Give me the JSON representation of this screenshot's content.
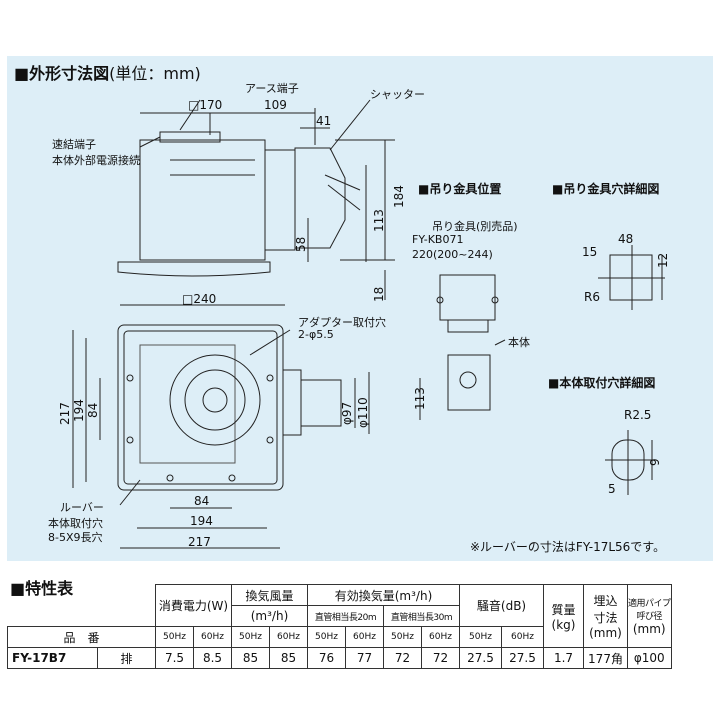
{
  "section_outline": "■外形寸法図",
  "section_outline_unit": "(単位：mm)",
  "labels": {
    "earth_terminal": "アース端子",
    "shutter": "シャッター",
    "quick_terminal": "速結端子",
    "external_power": "本体外部電源接続",
    "adapter_hole": "アダプター取付穴",
    "adapter_hole_spec": "2-φ5.5",
    "louver": "ルーバー",
    "body_hole": "本体取付穴",
    "body_hole_spec": "8-5X9長穴",
    "hanger_position": "■吊り金具位置",
    "hanger_detail": "■吊り金具穴詳細図",
    "hanger_item": "吊り金具(別売品)",
    "hanger_model": "FY-KB071",
    "hanger_range": "220(200~244)",
    "body": "本体",
    "body_hole_detail": "■本体取付穴詳細図",
    "note": "※ルーバーの寸法はFY-17L56です。"
  },
  "dims": {
    "d170": "□170",
    "d109": "109",
    "d41": "41",
    "d184": "184",
    "d113a": "113",
    "d58": "58",
    "d18": "18",
    "d240": "□240",
    "d217v": "217",
    "d194v": "194",
    "d84v": "84",
    "d84h": "84",
    "d194h": "194",
    "d217h": "217",
    "d97": "φ97",
    "d110": "φ110",
    "d113b": "113",
    "d48": "48",
    "d15": "15",
    "d12": "12",
    "dR6": "R6",
    "dR25": "R2.5",
    "d9": "9",
    "d5": "5"
  },
  "spec_title": "■特性表",
  "spec_table": {
    "headers": {
      "power": "消費電力(W)",
      "airflow": "換気風量",
      "airflow_unit": "(m³/h)",
      "effective": "有効換気量(m³/h)",
      "pipe20": "直管相当長20m",
      "pipe30": "直管相当長30m",
      "noise": "騒音(dB)",
      "mass": "質量",
      "mass_unit": "(kg)",
      "embed": "埋込",
      "embed2": "寸法",
      "embed_unit": "(mm)",
      "pipe": "適用パイプ",
      "pipe2": "呼び径",
      "pipe_unit": "(mm)"
    },
    "model_label": "品　番",
    "hz": [
      "50Hz",
      "60Hz",
      "50Hz",
      "60Hz",
      "50Hz",
      "60Hz",
      "50Hz",
      "60Hz",
      "50Hz",
      "60Hz"
    ],
    "row": {
      "model": "FY-17B7",
      "mode": "排",
      "values": [
        "7.5",
        "8.5",
        "85",
        "85",
        "76",
        "77",
        "72",
        "72",
        "27.5",
        "27.5",
        "1.7",
        "177角",
        "φ100"
      ]
    }
  }
}
